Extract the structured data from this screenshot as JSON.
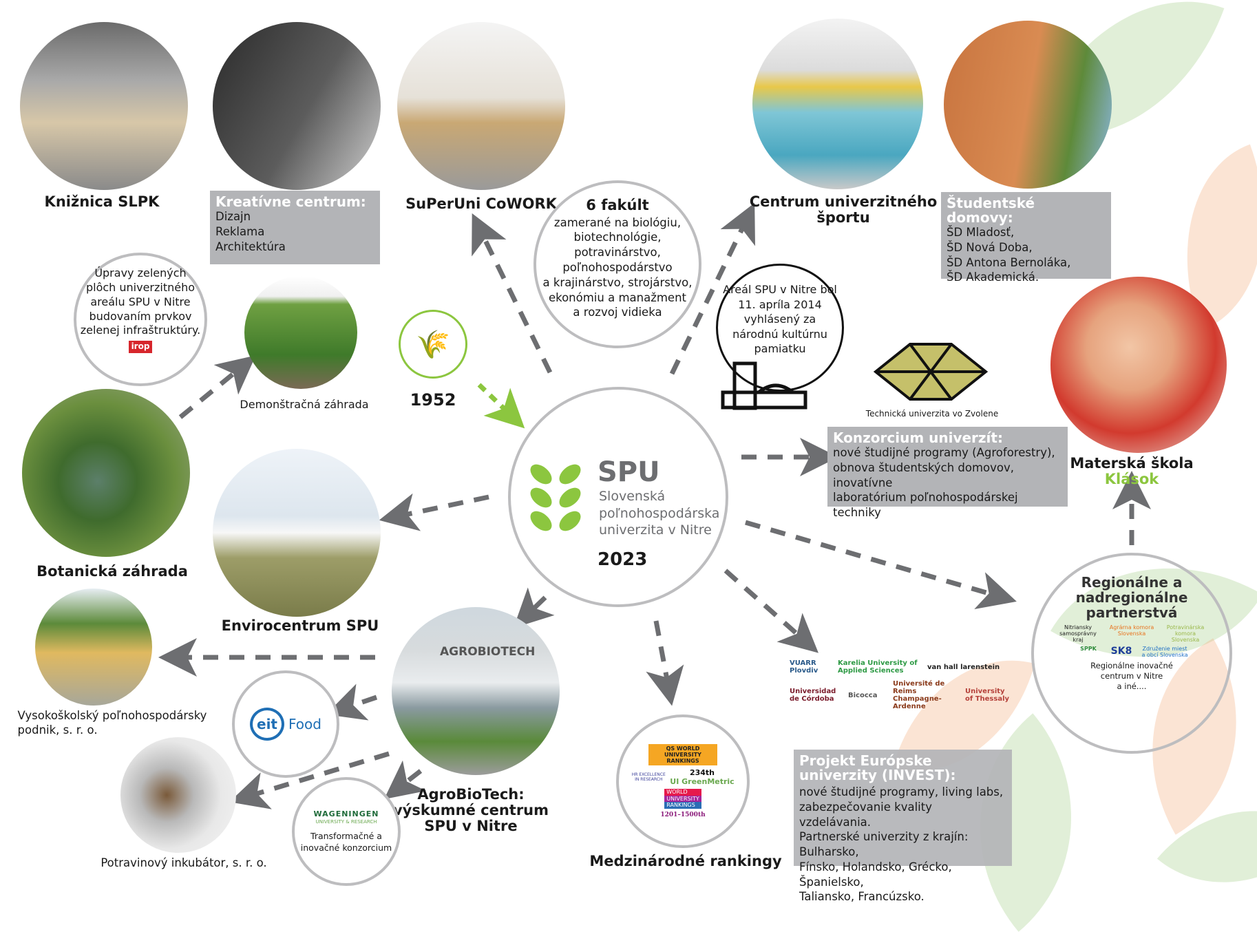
{
  "colors": {
    "green": "#8cc63f",
    "gray_box": "#b3b4b7",
    "ring": "#bdbdbf",
    "arrow": "#6d6e71"
  },
  "nodes": {
    "kniznica": "Knižnica SLPK",
    "kreativne": {
      "title": "Kreatívne centrum:",
      "lines": [
        "Dizajn",
        "Reklama",
        "Architektúra"
      ]
    },
    "superuni": "SuPerUni CoWORK",
    "fakulty": {
      "title": "6 fakúlt",
      "lines": [
        "zamerané na biológiu,",
        "biotechnológie,",
        "potravinárstvo,",
        "poľnohospodárstvo",
        "a krajinárstvo, strojárstvo,",
        "ekonómiu a manažment",
        "a rozvoj vidieka"
      ]
    },
    "centrum_sportu": [
      "Centrum univerzitného",
      "športu"
    ],
    "domovy": {
      "title": "Študentské domovy:",
      "lines": [
        "ŠD Mladosť,",
        "ŠD Nová Doba,",
        "ŠD Antona Bernoláka,",
        "ŠD Akademická."
      ]
    },
    "upravy": {
      "lines": [
        "Úpravy zelených",
        "plôch univerzitného",
        "areálu SPU v Nitre",
        "budovaním prvkov",
        "zelenej infraštruktúry."
      ],
      "logo": "irop"
    },
    "demo_zahrada": "Demonštračná záhrada",
    "rok_1952": "1952",
    "areal": [
      "Areál SPU v Nitre bol",
      "11. apríla 2014",
      "vyhlásený za",
      "národnú kultúrnu",
      "pamiatku"
    ],
    "tu_zvolen": "Technická univerzita vo Zvolene",
    "materska": [
      "Materská škola",
      "Klások"
    ],
    "botanicka": "Botanická záhrada",
    "envirocentrum": "Envirocentrum SPU",
    "spu": {
      "abbr": "SPU",
      "name": [
        "Slovenská",
        "poľnohospodárska",
        "univerzita v Nitre"
      ],
      "year": "2023"
    },
    "konzorcium": {
      "title": "Konzorcium univerzít:",
      "lines": [
        "nové študijné programy (Agroforestry),",
        "obnova študentských domovov, inovatívne",
        "laboratórium poľnohospodárskej techniky"
      ]
    },
    "vysokoskolsky": [
      "Vysokoškolský poľnohospodársky",
      "podnik, s. r. o."
    ],
    "eit": {
      "a": "eit",
      "b": "Food"
    },
    "agrobiotech": {
      "sign": "AGROBIOTECH",
      "label": [
        "AgroBioTech:",
        "výskumné centrum",
        "SPU v Nitre"
      ]
    },
    "potravinovy": "Potravinový inkubátor, s. r. o.",
    "wageningen": {
      "logo": "WAGENINGEN",
      "sub": "UNIVERSITY & RESEARCH",
      "lines": [
        "Transformačné a",
        "inovačné konzorcium"
      ]
    },
    "rankings": {
      "label": "Medzinárodné rankingy",
      "qs": "QS WORLD UNIVERSITY RANKINGS",
      "hr": "HR EXCELLENCE IN RESEARCH",
      "green_rank": "234th",
      "green": "UI GreenMetric",
      "the": [
        "WORLD",
        "UNIVERSITY",
        "RANKINGS"
      ],
      "the_rank": "1201–1500th"
    },
    "partners": [
      "VUARR Plovdiv",
      "Karelia University of Applied Sciences",
      "van hall larenstein",
      "Universidad de Córdoba",
      "Bicocca",
      "Université de Reims Champagne-Ardenne",
      "University of Thessaly"
    ],
    "invest": {
      "title": "Projekt Európske univerzity (INVEST):",
      "lines": [
        "nové študijné programy, living labs,",
        "zabezpečovanie kvality vzdelávania.",
        "Partnerské univerzity z krajín: Bulharsko,",
        "Fínsko, Holandsko, Grécko, Španielsko,",
        "Taliansko, Francúzsko."
      ]
    },
    "regionalne": {
      "title": [
        "Regionálne a",
        "nadregionálne",
        "partnerstvá"
      ],
      "logos": [
        "Nitriansky samosprávny kraj",
        "Agrárna komora Slovenska",
        "Potravinárska komora Slovenska",
        "SPPK",
        "SK8",
        "Združenie miest a obcí Slovenska"
      ],
      "lines": [
        "Regionálne inovačné",
        "centrum v Nitre",
        "a iné...."
      ]
    }
  }
}
